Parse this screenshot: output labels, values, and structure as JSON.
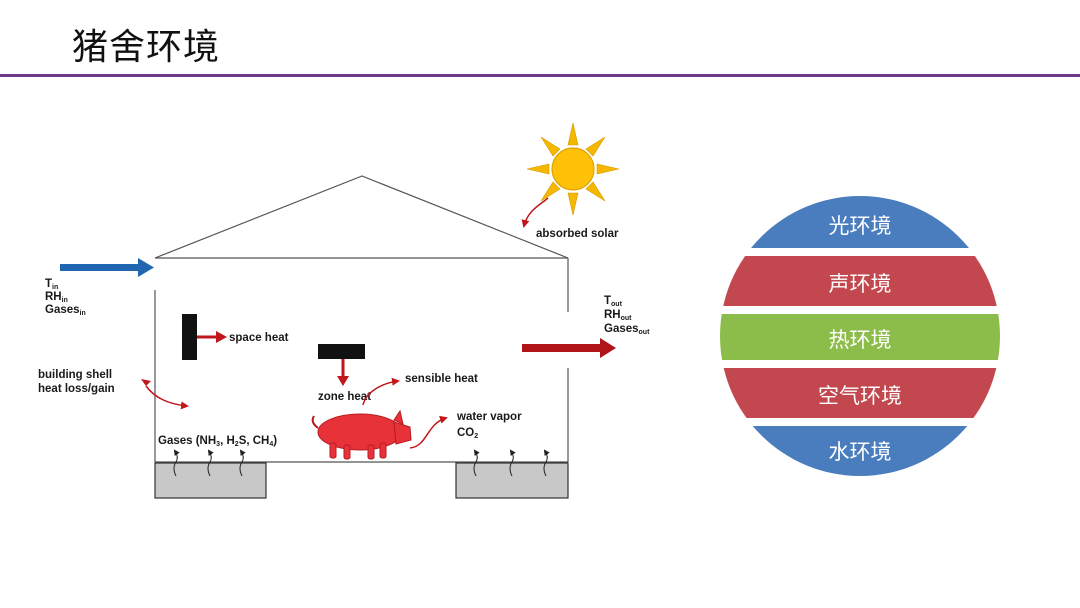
{
  "page": {
    "title": "猪舍环境"
  },
  "diagram": {
    "inflow": {
      "t": "T",
      "t_sub": "in",
      "rh": "RH",
      "rh_sub": "in",
      "gases": "Gases",
      "gases_sub": "in"
    },
    "outflow": {
      "t": "T",
      "t_sub": "out",
      "rh": "RH",
      "rh_sub": "out",
      "gases": "Gases",
      "gases_sub": "out"
    },
    "absorbed_solar": "absorbed solar",
    "space_heat": "space heat",
    "zone_heat": "zone heat",
    "sensible_heat": "sensible heat",
    "water_vapor": "water vapor",
    "co2": "CO",
    "co2_sub": "2",
    "shell_line1": "building shell",
    "shell_line2": "heat loss/gain",
    "gases_floor": {
      "prefix": "Gases (NH",
      "s1": "3",
      "mid1": ", H",
      "s2": "2",
      "mid2": "S, CH",
      "s3": "4",
      "suffix": ")"
    }
  },
  "environments": [
    {
      "label": "光环境",
      "color": "#4a7dbe"
    },
    {
      "label": "声环境",
      "color": "#c2474e"
    },
    {
      "label": "热环境",
      "color": "#8cbc4a"
    },
    {
      "label": "空气环境",
      "color": "#c2474e"
    },
    {
      "label": "水环境",
      "color": "#4a7dbe"
    }
  ]
}
